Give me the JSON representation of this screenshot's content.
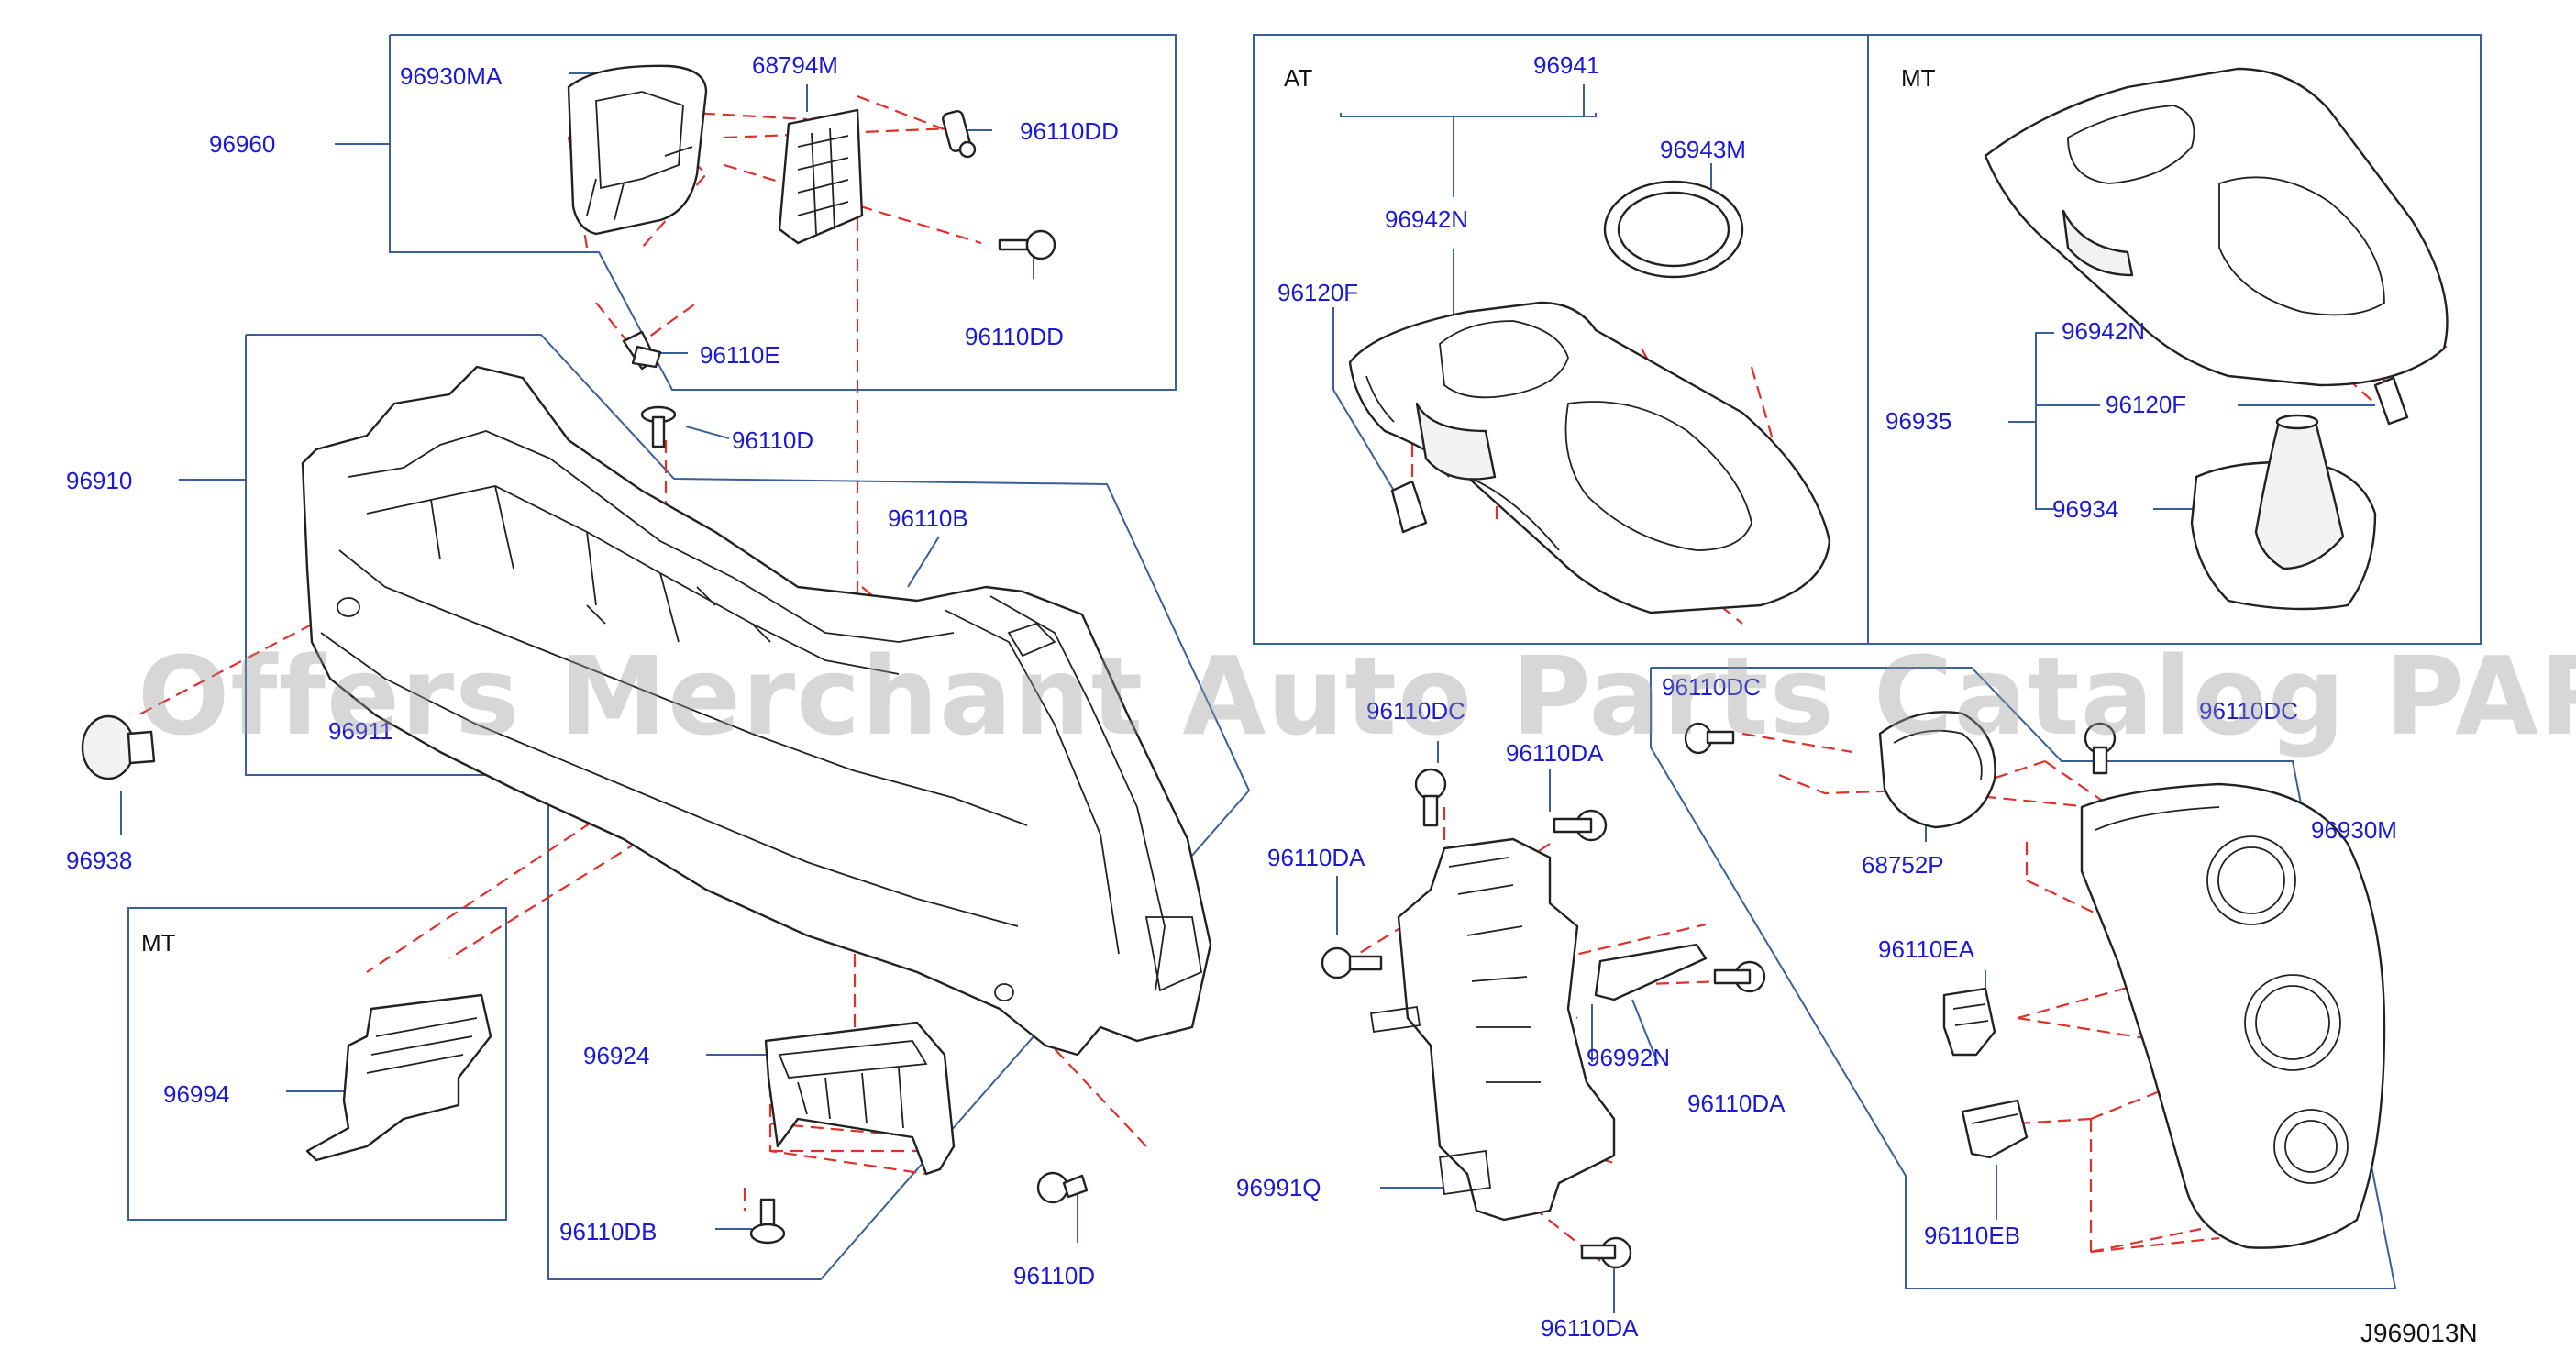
{
  "diagram_code": "J969013N",
  "watermark": "Offers Merchant Auto Parts Catalog PARTSTORE.SA",
  "panels": {
    "at": "AT",
    "mt_top": "MT",
    "mt_bottom": "MT"
  },
  "parts": {
    "p96930MA": "96930MA",
    "p68794M": "68794M",
    "p96960": "96960",
    "p96110DD_a": "96110DD",
    "p96110DD_b": "96110DD",
    "p96110E": "96110E",
    "p96110D_top": "96110D",
    "p96910": "96910",
    "p96110B": "96110B",
    "p96911": "96911",
    "p96938": "96938",
    "p96994": "96994",
    "p96924": "96924",
    "p96110DB": "96110DB",
    "p96110D_bottom": "96110D",
    "p96941": "96941",
    "p96943M": "96943M",
    "p96942N_at": "96942N",
    "p96120F_at": "96120F",
    "p96942N_mt": "96942N",
    "p96935": "96935",
    "p96120F_mt": "96120F",
    "p96934": "96934",
    "p96110DC_a": "96110DC",
    "p96110DA_top": "96110DA",
    "p96110DA_left": "96110DA",
    "p96110DA_right": "96110DA",
    "p96110DA_bottom": "96110DA",
    "p96110DC_b": "96110DC",
    "p96992N": "96992N",
    "p96991Q": "96991Q",
    "p68752P": "68752P",
    "p96110DC_c": "96110DC",
    "p96930M": "96930M",
    "p96110EA": "96110EA",
    "p96110EB": "96110EB"
  }
}
